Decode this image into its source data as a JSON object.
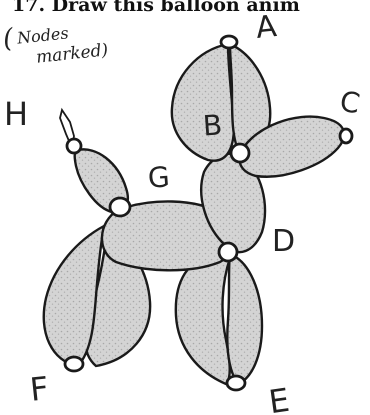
{
  "heading": "17. Draw this balloon anim",
  "note": {
    "open_paren": "(",
    "line1": "Nodes",
    "line2": "marked)",
    "close_paren": ")"
  },
  "nodes": {
    "A": "A",
    "B": "B",
    "C": "C",
    "D": "D",
    "E": "E",
    "F": "F",
    "G": "G",
    "H": "H"
  },
  "colors": {
    "balloon_fill": "#cfcfcf",
    "balloon_outline": "#1a1a1a",
    "knot": "#1a1a1a",
    "ink": "#222222"
  }
}
